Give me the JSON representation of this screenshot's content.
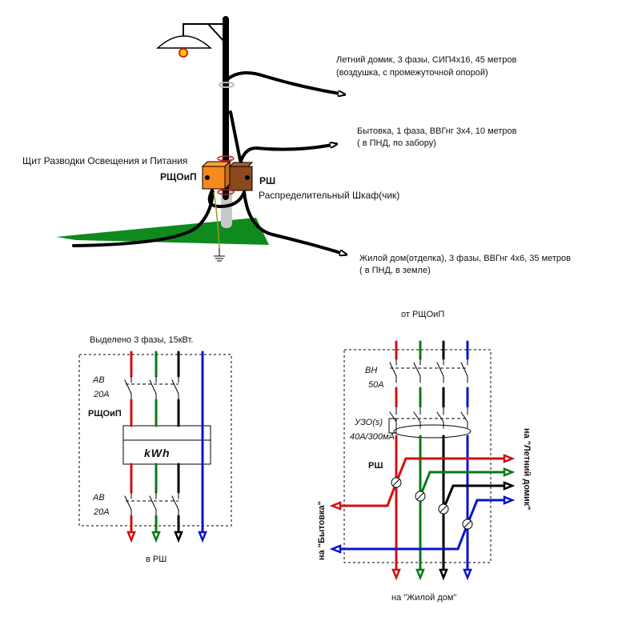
{
  "colors": {
    "phase_a": "#d01010",
    "phase_b": "#0a7a14",
    "phase_c": "#000000",
    "neutral": "#0a14c8",
    "panel_rshoip": "#f58a1e",
    "panel_rsh": "#8b4a1e",
    "ground": "#1a8a2a"
  },
  "pole_scene": {
    "panel_full_name": "Щит Разводки Освещения и Питания",
    "panel_rshoip_label": "РЩОиП",
    "panel_rsh_label": "РШ",
    "panel_rsh_full_name": "Распределительный Шкаф(чик)",
    "routes": [
      {
        "line1": "Летний домик, 3 фазы, СИП4х16, 45 метров",
        "line2": "(воздушка, с промежуточной опорой)"
      },
      {
        "line1": "Бытовка, 1 фаза, ВВГнг 3х4, 10 метров",
        "line2": "( в ПНД, по забору)"
      },
      {
        "line1": "Жилой дом(отделка), 3 фазы, ВВГнг 4х6, 35 метров",
        "line2": "( в ПНД, в земле)"
      }
    ]
  },
  "left_schematic": {
    "title": "Выделено 3 фазы, 15кВт.",
    "breaker_top": {
      "name": "АВ",
      "rating": "20А"
    },
    "panel_label": "РЩОиП",
    "meter_label": "kWh",
    "breaker_bottom": {
      "name": "АВ",
      "rating": "20А"
    },
    "output_label": "в РШ"
  },
  "right_schematic": {
    "title": "от РЩОиП",
    "switch": {
      "name": "ВН",
      "rating": "50А"
    },
    "rcd": {
      "name": "УЗО(s)",
      "rating": "40А/300мА"
    },
    "panel_label": "РШ",
    "out_left": "на \"Бытовка\"",
    "out_right": "на \"Летний домик\"",
    "out_bottom": "на \"Жилой дом\""
  }
}
